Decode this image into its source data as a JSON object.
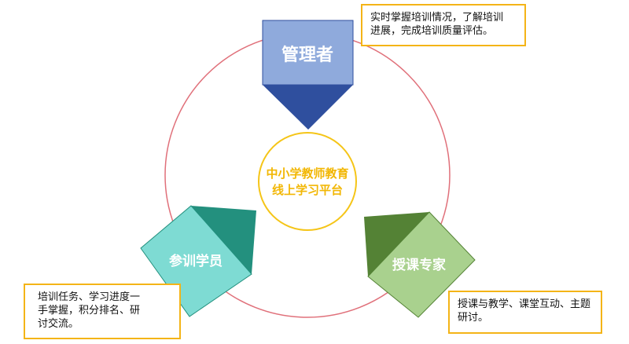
{
  "center": {
    "line1": "中小学教师教育",
    "line2": "线上学习平台"
  },
  "roles": {
    "admin": "管理者",
    "learner": "参训学员",
    "expert": "授课专家"
  },
  "notes": {
    "admin": [
      "实时掌握培训情况，了解培训",
      "进展，完成培训质量评估。"
    ],
    "learner": [
      "培训任务、学习进度一",
      "手掌握，积分排名、研",
      "讨交流。"
    ],
    "expert": [
      "授课与教学、课堂互动、主题",
      "研讨。"
    ]
  },
  "colors": {
    "ring": "#e0707a",
    "center_ring": "#f5c518",
    "center_text": "#f2b705",
    "note_border": "#f4b417",
    "admin_box": "#8faadc",
    "admin_arrow": "#2f4f9e",
    "learner_box": "#7edbd3",
    "learner_arrow": "#23907e",
    "expert_box": "#a9d18e",
    "expert_arrow": "#548235",
    "role_text": "#ffffff"
  }
}
